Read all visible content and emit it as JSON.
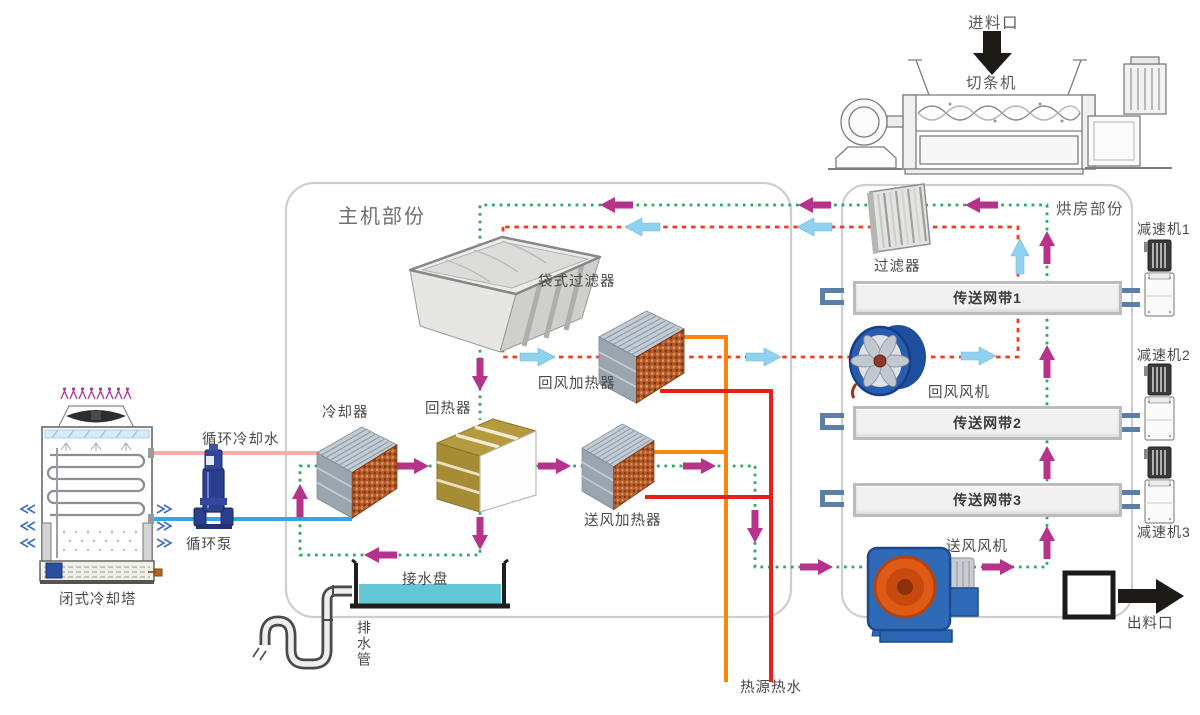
{
  "diagram": {
    "feed_inlet": "进料口",
    "cutting_machine": "切条机",
    "main_section_title": "主机部份",
    "drying_section_title": "烘房部份",
    "bag_filter": "袋式过滤器",
    "cooler": "冷却器",
    "regenerator": "回热器",
    "return_air_heater": "回风加热器",
    "supply_air_heater": "送风加热器",
    "water_pan": "接水盘",
    "drain_pipe": "排水管",
    "circulating_cooling_water": "循环冷却水",
    "circulation_pump": "循环泵",
    "closed_cooling_tower": "闭式冷却塔",
    "filter": "过滤器",
    "belts": [
      {
        "label": "传送网带1"
      },
      {
        "label": "传送网带2"
      },
      {
        "label": "传送网带3"
      }
    ],
    "return_air_fan": "回风风机",
    "supply_air_fan": "送风风机",
    "reducers": [
      {
        "label": "减速机1"
      },
      {
        "label": "减速机2"
      },
      {
        "label": "减速机3"
      }
    ],
    "outlet": "出料口",
    "heat_source_hot_water": "热源热水"
  },
  "colors": {
    "fresh_air_loop_green": "#2fa866",
    "return_air_loop_red": "#f03b22",
    "air_arrow_magenta": "#b5338a",
    "air_arrow_blue": "#8fd2f0",
    "hot_water_supply_orange": "#f5870f",
    "hot_water_return_red": "#e71f19",
    "cooling_water_pink": "#f7b0a8",
    "cooling_water_blue": "#2da9ea",
    "water_cyan": "#62c8d3"
  }
}
